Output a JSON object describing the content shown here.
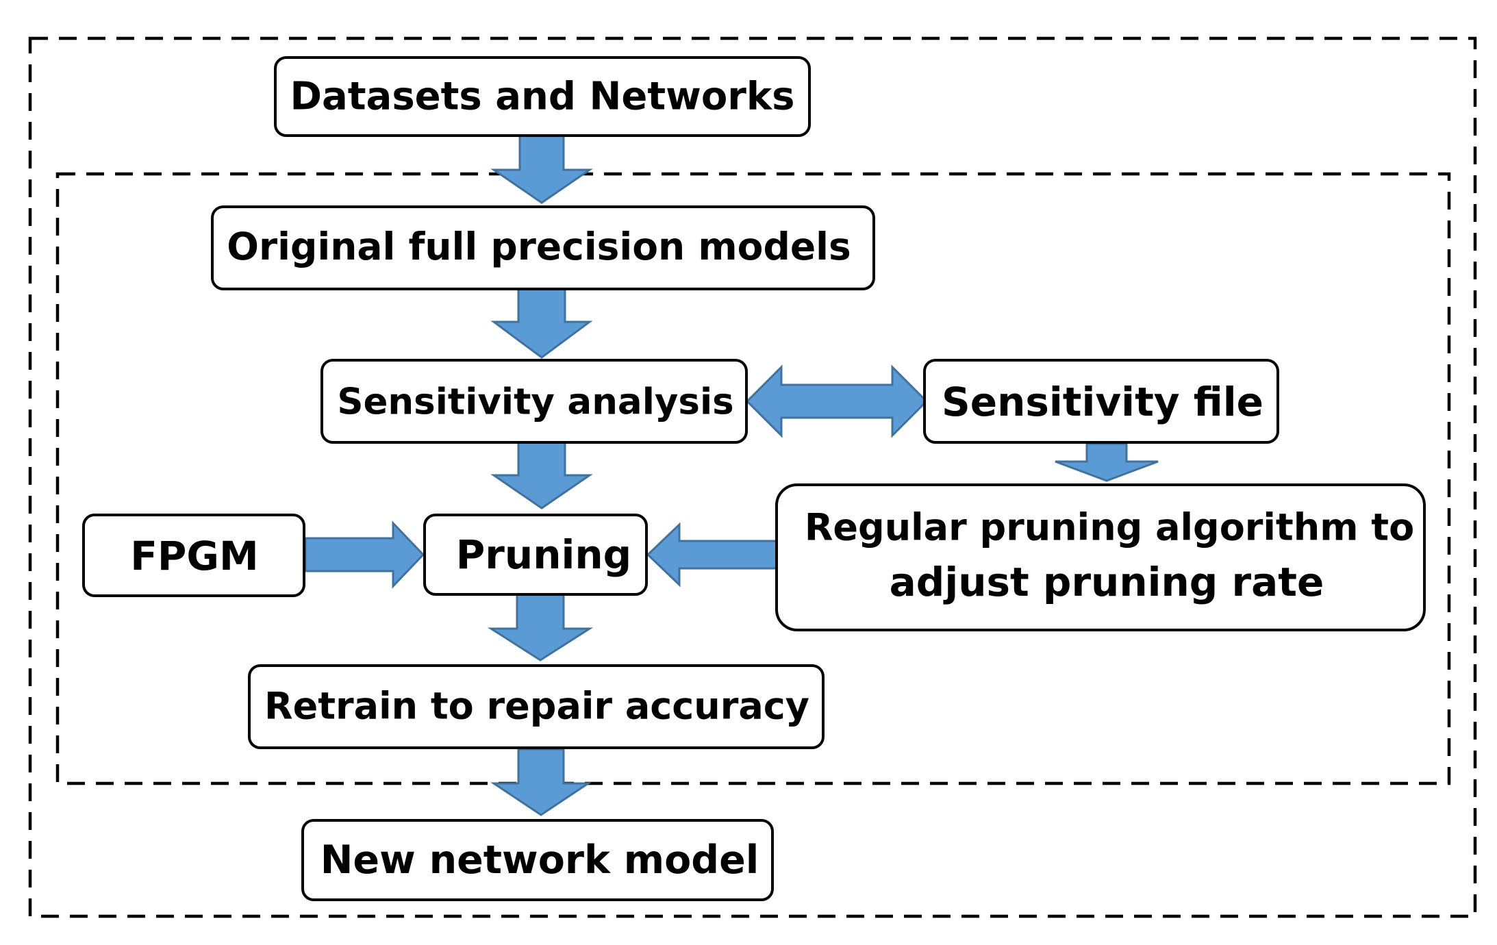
{
  "nodes": {
    "datasets": "Datasets and Networks",
    "original": "Original full precision models",
    "sensitivity_analysis": "Sensitivity analysis",
    "sensitivity_file": "Sensitivity file",
    "fpgm": "FPGM",
    "pruning": "Pruning",
    "regular_line1": "Regular pruning algorithm to",
    "regular_line2": "adjust pruning rate",
    "retrain": "Retrain to repair accuracy",
    "new_model": "New network model"
  },
  "edges": [
    {
      "from": "Datasets and Networks",
      "to": "Original full precision models"
    },
    {
      "from": "Original full precision models",
      "to": "Sensitivity analysis"
    },
    {
      "from": "Sensitivity analysis",
      "to": "Sensitivity file",
      "bidirectional": true
    },
    {
      "from": "Sensitivity file",
      "to": "Regular pruning algorithm to adjust pruning rate"
    },
    {
      "from": "Sensitivity analysis",
      "to": "Pruning"
    },
    {
      "from": "FPGM",
      "to": "Pruning"
    },
    {
      "from": "Regular pruning algorithm to adjust pruning rate",
      "to": "Pruning"
    },
    {
      "from": "Pruning",
      "to": "Retrain to repair accuracy"
    },
    {
      "from": "Retrain to repair accuracy",
      "to": "New network model"
    }
  ],
  "colors": {
    "arrow_fill": "#5b9bd5",
    "arrow_stroke": "#41719c",
    "box_stroke": "#000000",
    "background": "#ffffff"
  }
}
